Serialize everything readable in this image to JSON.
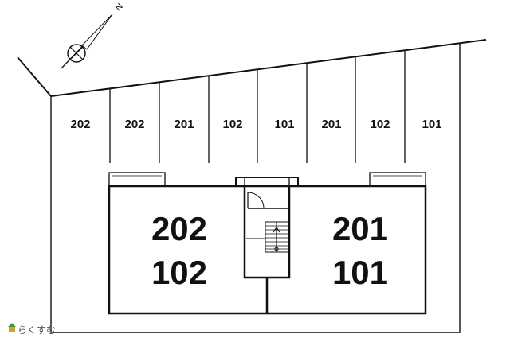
{
  "map": {
    "compass": {
      "north_label": "N"
    },
    "parking_stalls": [
      "202",
      "202",
      "201",
      "102",
      "101",
      "201",
      "102",
      "101"
    ],
    "buildings": [
      {
        "units": [
          "202",
          "102"
        ]
      },
      {
        "units": [
          "201",
          "101"
        ]
      }
    ],
    "watermark": "らくすむ"
  }
}
